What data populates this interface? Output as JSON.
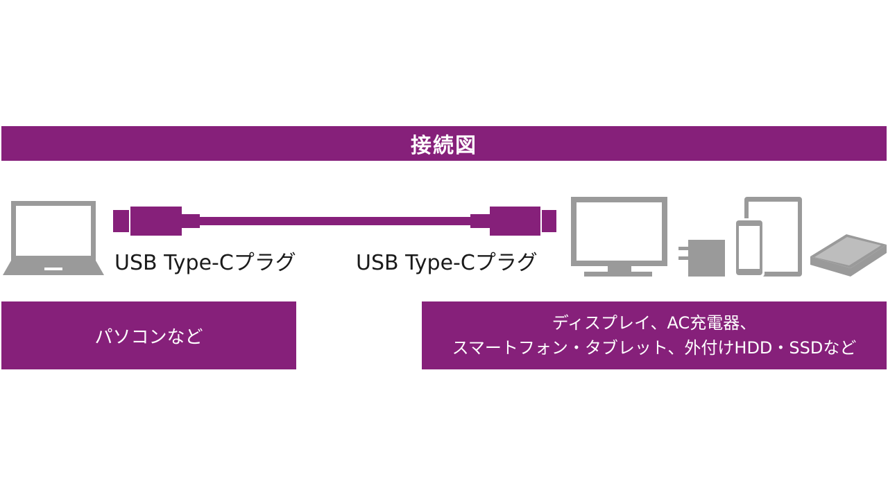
{
  "title": "接続図",
  "left_plug": {
    "label": "USB Type-Cプラグ"
  },
  "right_plug": {
    "label": "USB Type-Cプラグ"
  },
  "left_box": {
    "text": "パソコンなど"
  },
  "right_box": {
    "line1": "ディスプレイ、AC充電器、",
    "line2": "スマートフォン・タブレット、外付けHDD・SSDなど"
  },
  "colors": {
    "accent": "#86207a",
    "device_gray": "#9a9a9a",
    "text_dark": "#1a1a1a"
  },
  "icons": {
    "left_device": "laptop-icon",
    "right_devices": [
      "monitor-icon",
      "ac-charger-icon",
      "smartphone-icon",
      "tablet-icon",
      "external-drive-icon"
    ]
  }
}
